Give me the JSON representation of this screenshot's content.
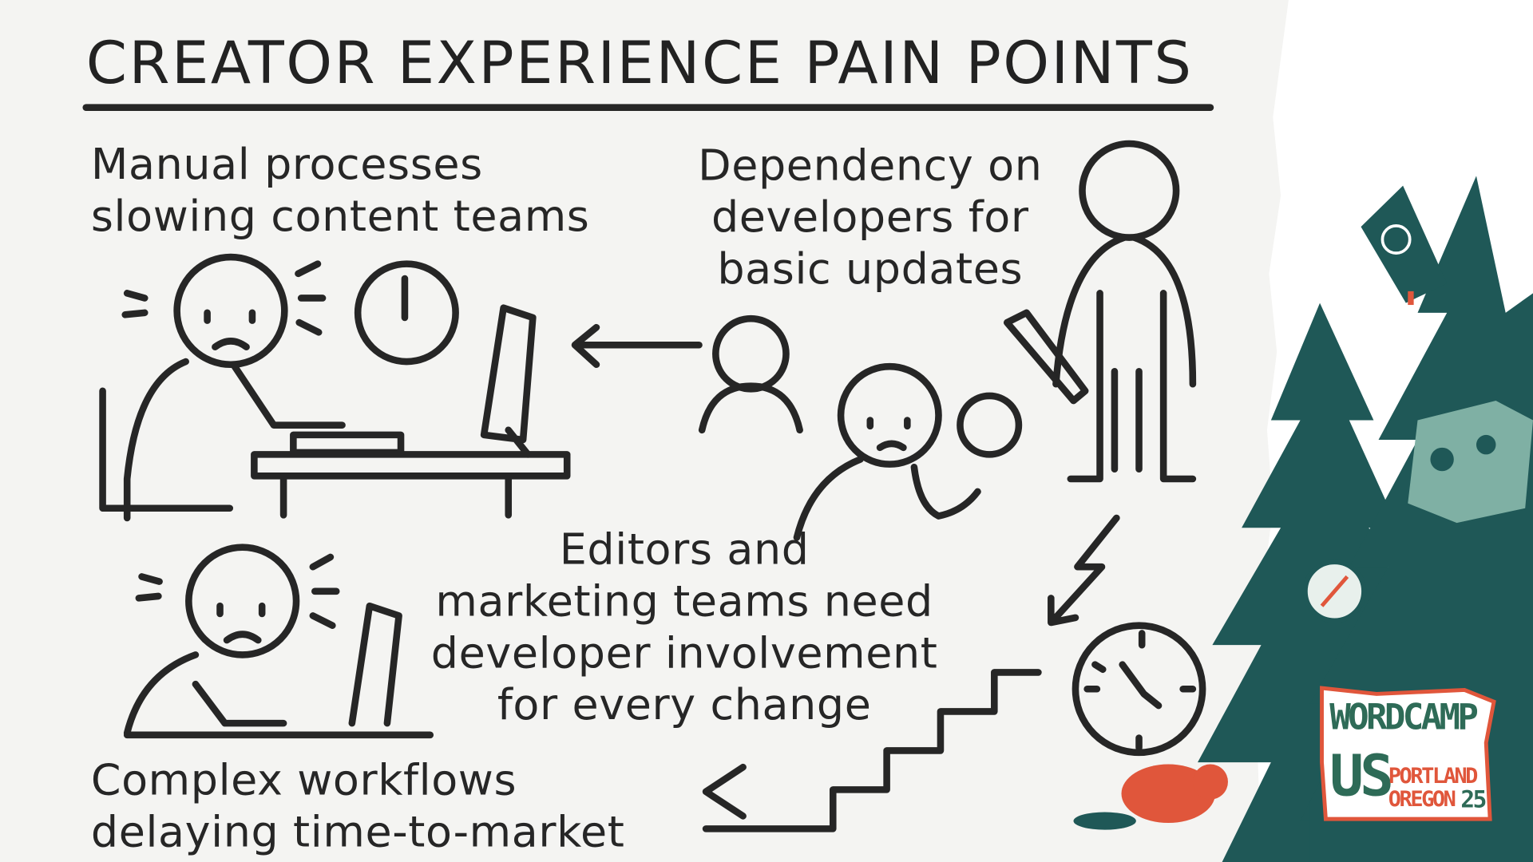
{
  "title": "CREATOR EXPERIENCE PAIN POINTS",
  "points": {
    "manual": [
      "Manual processes",
      "slowing content teams"
    ],
    "dependency": [
      "Dependency on",
      "developers for",
      "basic updates"
    ],
    "editors": [
      "Editors and",
      "marketing teams need",
      "developer involvement",
      "for every change"
    ],
    "complex": [
      "Complex workflows",
      "delaying time-to-market"
    ]
  },
  "logo": {
    "line1": "WORDCAMP",
    "line2": "US",
    "city": "PORTLAND",
    "state": "OREGON",
    "year": "25"
  },
  "colors": {
    "ink": "#262626",
    "paper": "#f4f4f2",
    "tree": "#1f5857",
    "logo_green": "#2e6b57",
    "logo_red": "#e0563b"
  }
}
